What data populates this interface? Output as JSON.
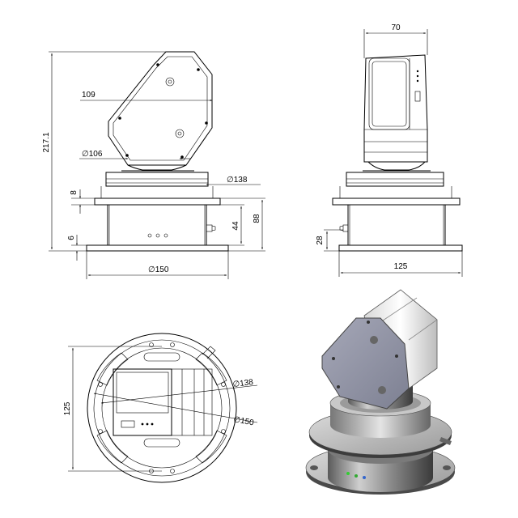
{
  "drawing": {
    "dimensions": {
      "front_height_total": "217.1",
      "front_offset": "109",
      "front_dia_head": "∅106",
      "front_dia_ring": "∅138",
      "front_flange": "8",
      "front_body_height": "44",
      "front_base_height": "88",
      "front_base_plate": "6",
      "front_dia_base": "∅150",
      "side_width_top": "70",
      "side_base_height": "28",
      "side_width_bottom": "125",
      "top_height": "125",
      "top_dia_ring": "∅138",
      "top_dia_base": "∅150"
    }
  }
}
